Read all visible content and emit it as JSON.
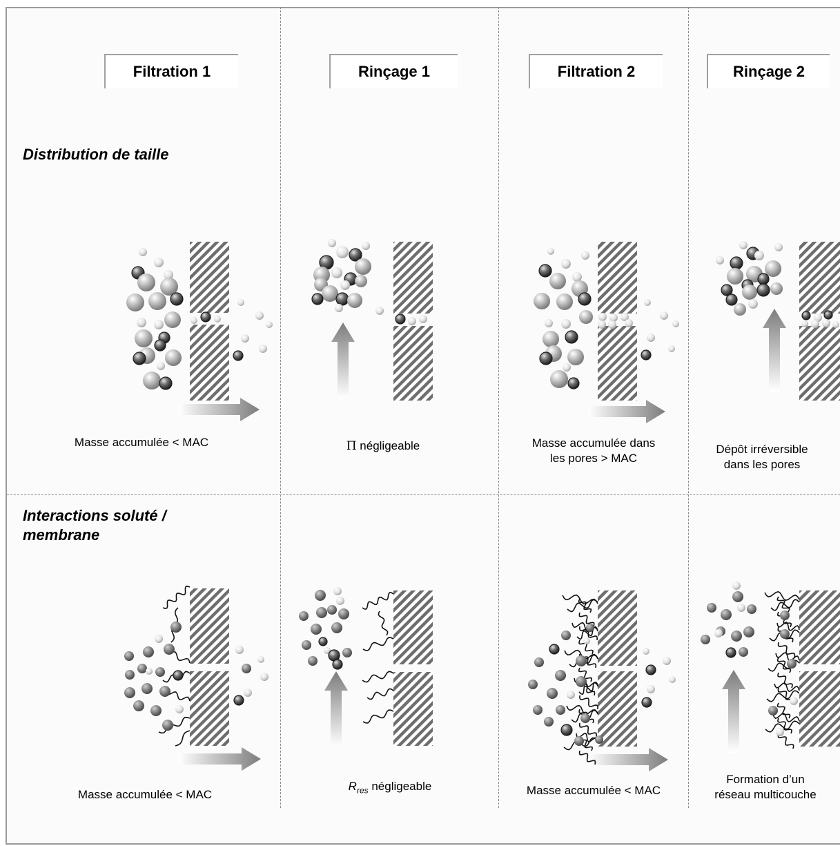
{
  "phases": [
    "Filtration 1",
    "Rinçage 1",
    "Filtration 2",
    "Rinçage 2"
  ],
  "sections": {
    "size_distribution": "Distribution de taille",
    "interactions_line1": "Interactions soluté /",
    "interactions_line2": "membrane"
  },
  "captions_top": {
    "filtration1": "Masse accumulée < MAC",
    "rincage1_symbol": "Π",
    "rincage1_text": " négligeable",
    "filtration2_line1": "Masse accumulée dans",
    "filtration2_line2": "les pores > MAC",
    "rincage2_line1": "Dépôt irréversible",
    "rincage2_line2": "dans les pores"
  },
  "captions_bottom": {
    "filtration1": "Masse accumulée < MAC",
    "rincage1_symbol": "R",
    "rincage1_subscript": "res",
    "rincage1_text": " négligeable",
    "filtration2": "Masse accumulée < MAC",
    "rincage2_line1": "Formation d’un",
    "rincage2_line2": "réseau multicouche"
  }
}
